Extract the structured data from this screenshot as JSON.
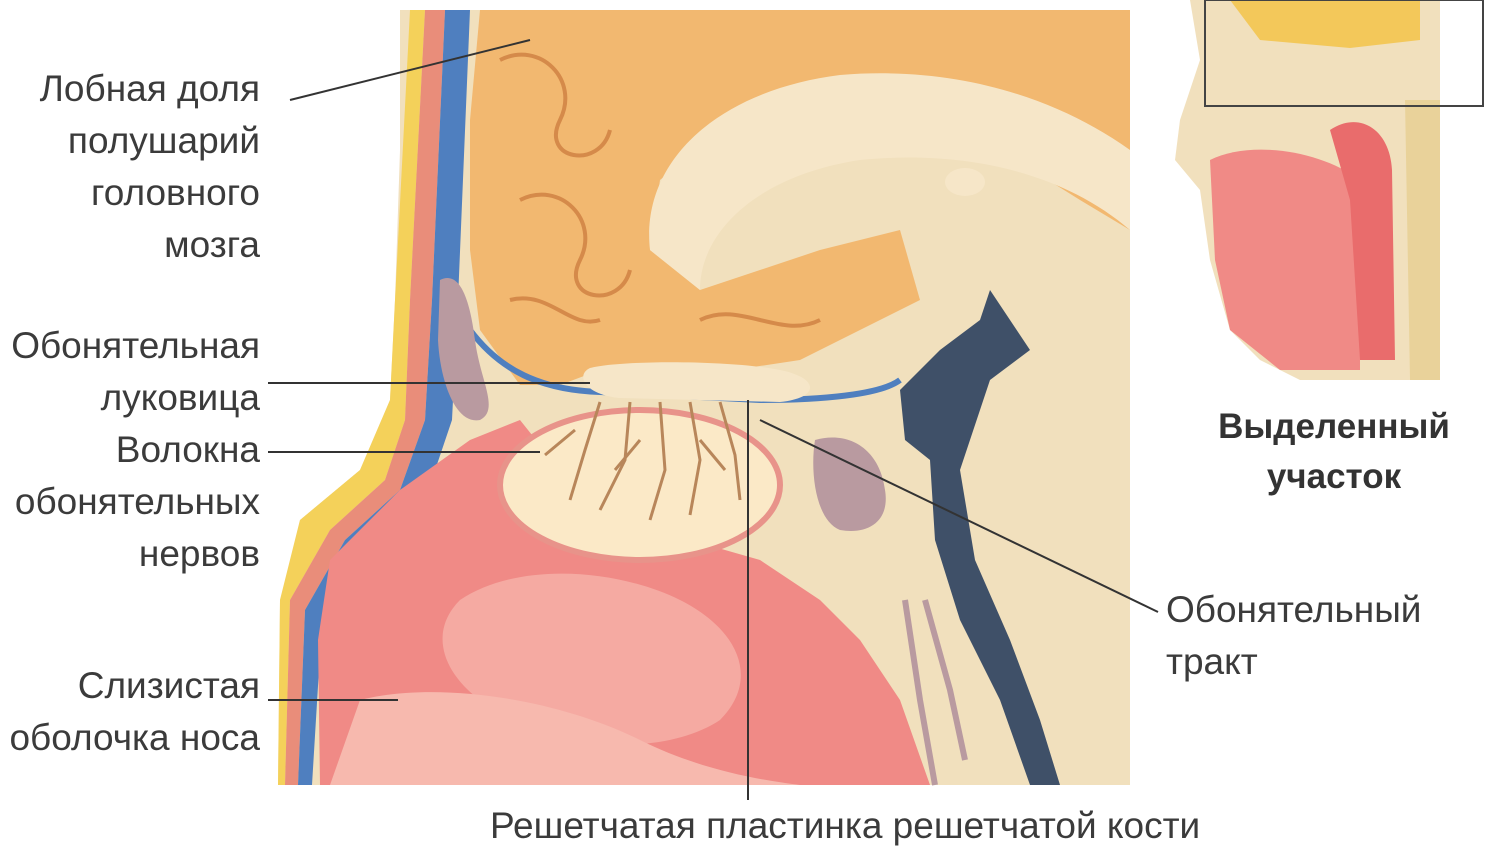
{
  "labels": {
    "frontal_lobe": [
      "Лобная доля",
      "полушарий",
      "головного",
      "мозга"
    ],
    "olfactory_bulb": [
      "Обонятельная",
      "луковица"
    ],
    "olfactory_fibers": [
      "Волокна",
      "обонятельных",
      "нервов"
    ],
    "nasal_mucosa": [
      "Слизистая",
      "оболочка носа"
    ],
    "olfactory_tract": [
      "Обонятельный",
      "тракт"
    ],
    "cribriform_plate": "Решетчатая пластинка решетчатой кости",
    "highlighted_area": [
      "Выделенный",
      "участок"
    ]
  },
  "colors": {
    "brain": "#f2b870",
    "bone": "#f1e0bd",
    "mucosa": "#f08a86",
    "bulb": "#fbe9c7",
    "nerve": "#b8865a",
    "sinus": "#b99aa0",
    "dark_cavity": "#3f5068",
    "vessel_blue": "#4f7fbf",
    "vessel_red": "#e7908a",
    "leader_line": "#333333"
  }
}
